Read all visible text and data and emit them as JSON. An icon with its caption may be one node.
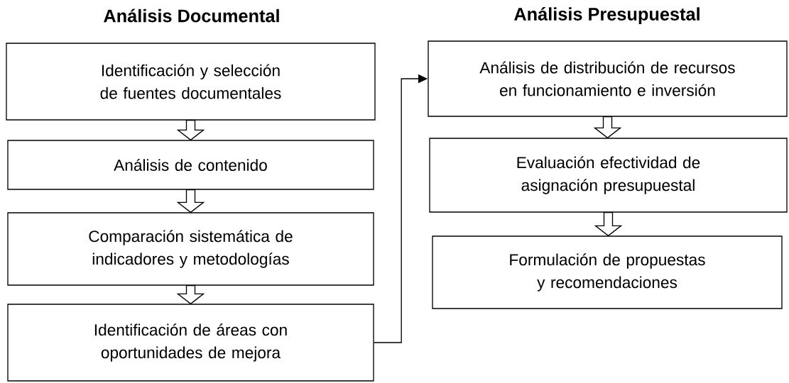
{
  "diagram": {
    "nodes": [
      {
        "text": [
          "Identificación y selección de fuentes documentales"
        ]
      },
      {
        "text": [
          "Análisis de contenido"
        ]
      },
      {
        "text": [
          "Comparación sistemática de indicadores y metodologías"
        ]
      },
      {
        "text": [
          "Identificación de áreas con oportunidades de mejora"
        ]
      },
      {
        "text": [
          "Análisis de distribución de recursos en funcionamiento e inversión"
        ]
      },
      {
        "text": [
          "Evaluación efectividad de asignación presupuestal"
        ]
      },
      {
        "text": [
          "Formulación de propuestas y recomendaciones"
        ]
      }
    ],
    "edges": [
      {
        "from": 0,
        "to": 1,
        "arrow": "to"
      },
      {
        "from": 1,
        "to": 2,
        "arrow": "to"
      },
      {
        "from": 2,
        "to": 3,
        "arrow": "to"
      },
      {
        "from": 3,
        "to": 4,
        "arrow": "to"
      },
      {
        "from": 4,
        "to": 5,
        "arrow": "to"
      },
      {
        "from": 5,
        "to": 6,
        "arrow": "to"
      }
    ],
    "labels": [
      "Análisis Documental",
      "Análisis Presupuestal"
    ]
  }
}
